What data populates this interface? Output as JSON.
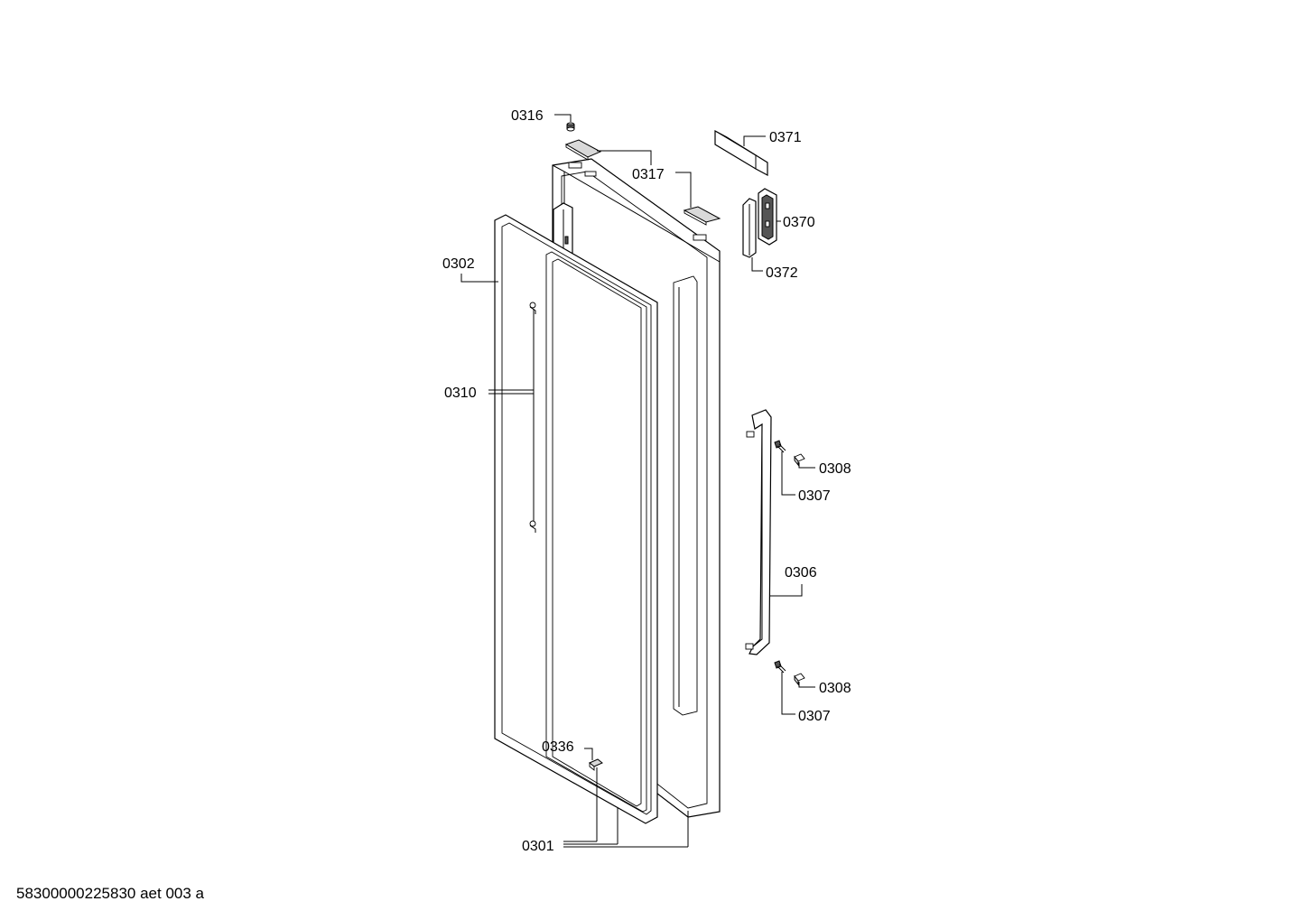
{
  "diagram": {
    "callouts": {
      "c0316": "0316",
      "c0317": "0317",
      "c0371": "0371",
      "c0370": "0370",
      "c0372": "0372",
      "c0302": "0302",
      "c0310": "0310",
      "c0308_top": "0308",
      "c0307_top": "0307",
      "c0306": "0306",
      "c0308_bottom": "0308",
      "c0307_bottom": "0307",
      "c0336": "0336",
      "c0301": "0301"
    },
    "footer_code": "58300000225830 aet 003 a"
  }
}
